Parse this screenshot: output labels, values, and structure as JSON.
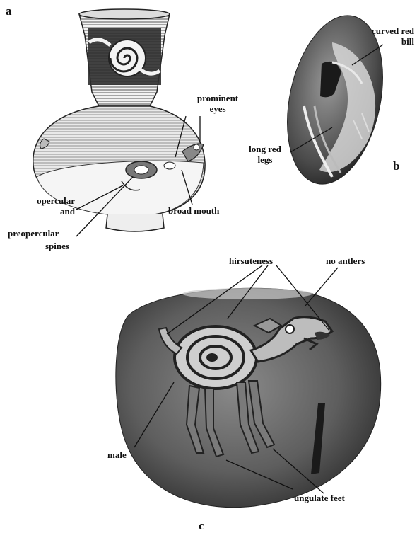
{
  "panels": {
    "a": {
      "letter": "a",
      "labels": {
        "prominent": "prominent",
        "eyes": "eyes",
        "opercular": "opercular",
        "and": "and",
        "preopercular": "preopercular",
        "spines": "spines",
        "broad_mouth": "broad mouth"
      }
    },
    "b": {
      "letter": "b",
      "labels": {
        "curved_red": "curved red",
        "bill": "bill",
        "long_red": "long red",
        "legs": "legs"
      }
    },
    "c": {
      "letter": "c",
      "labels": {
        "hirsuteness": "hirsuteness",
        "no_antlers": "no antlers",
        "male": "male",
        "ungulate_feet": "ungulate feet"
      }
    }
  }
}
